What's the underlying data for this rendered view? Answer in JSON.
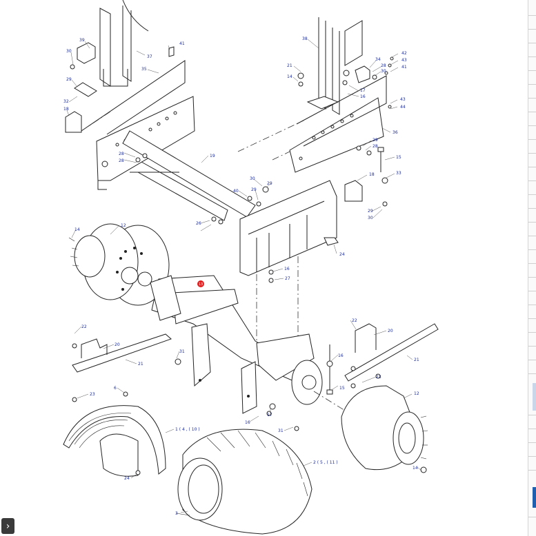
{
  "diagram": {
    "callouts": {
      "c39": "39",
      "c37": "37",
      "c41a": "41",
      "c30a": "30",
      "c35": "35",
      "c29a": "29",
      "c32": "32",
      "c18a": "18",
      "c38": "38",
      "c42": "42",
      "c43a": "43",
      "c41b": "41",
      "c34": "34",
      "c28a": "28",
      "c30b": "30",
      "c21a": "21",
      "c14a": "14",
      "c17a": "17",
      "c16a": "16",
      "c43b": "43",
      "c44": "44",
      "c36": "36",
      "c29b": "29",
      "c28b": "28",
      "c15a": "15",
      "c28c": "28",
      "c28d": "28",
      "c19": "19",
      "c18b": "18",
      "c33": "33",
      "c30c": "30",
      "c29c": "29",
      "c40": "40",
      "c29d": "29",
      "c29e": "29",
      "c30d": "30",
      "c26": "26",
      "c24a": "24",
      "c14b": "14",
      "c12a": "12",
      "c16b": "16",
      "c27": "27",
      "c22a": "22",
      "c20a": "20",
      "c21b": "21",
      "c31a": "31",
      "c22b": "22",
      "c20b": "20",
      "c16c": "16",
      "c21c": "21",
      "c23a": "23",
      "c15b": "15",
      "c6": "6",
      "c23b": "23",
      "c16d": "16",
      "c17b": "17",
      "c12b": "12",
      "c31b": "31",
      "c1": "1 ( 4 , ( 10 )",
      "c24b": "24",
      "c2": "2 ( 5 , ( 11 )",
      "c3": "3",
      "c14c": "14"
    },
    "highlight_badge": "13"
  },
  "ui": {
    "expand_icon": "chevron-right-icon",
    "expand_glyph": "›",
    "accent": "#1f5fae",
    "callout_color": "#1a2a9a",
    "badge_color": "#e02020"
  }
}
